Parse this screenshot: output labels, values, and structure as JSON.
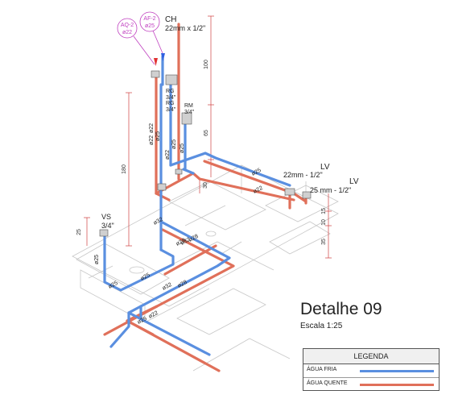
{
  "detail": {
    "title": "Detalhe 09",
    "scale": "Escala 1:25"
  },
  "legend": {
    "header": "LEGENDA",
    "items": [
      {
        "label": "ÁGUA FRIA",
        "color": "#5a8fe0"
      },
      {
        "label": "ÁGUA QUENTE",
        "color": "#e0705a"
      }
    ]
  },
  "tags": {
    "aq2_code": "AQ-2",
    "aq2_size": "ø22",
    "af2_code": "AF-2",
    "af2_size": "ø25"
  },
  "fixtures": {
    "ch_name": "CH",
    "ch_size": "22mm x 1/2\"",
    "rg1_name": "RG",
    "rg1_size": "3/4\"",
    "rg2_name": "RG",
    "rg2_size": "3/4\"",
    "rm_name": "RM",
    "rm_size": "3/4\"",
    "lv1_name": "LV",
    "lv1_size": "22mm - 1/2\"",
    "lv2_name": "LV",
    "lv2_size": "25 mm - 1/2\"",
    "vs_name": "VS",
    "vs_size": "3/4\""
  },
  "dimensions": {
    "d100": "100",
    "d65": "65",
    "d180": "180",
    "d30": "30",
    "d25": "25",
    "d15": "15",
    "d10": "10",
    "d35": "35"
  },
  "pipe_labels": {
    "a": "ø22",
    "b": "ø25",
    "c": "ø22",
    "d": "ø25",
    "e": "ø25",
    "f": "ø22",
    "g": "ø22",
    "h": "ø25",
    "i": "ø32",
    "j": "ø28",
    "k": "ø25",
    "l": "ø25",
    "m": "ø25",
    "n": "ø32",
    "o": "ø28",
    "p": "ø28",
    "q": "ø32",
    "r": "ø22",
    "s": "ø25"
  },
  "colors": {
    "cold": "#5a8fe0",
    "hot": "#e0705a",
    "tag": "#c040c0",
    "dimension": "#d04040"
  }
}
